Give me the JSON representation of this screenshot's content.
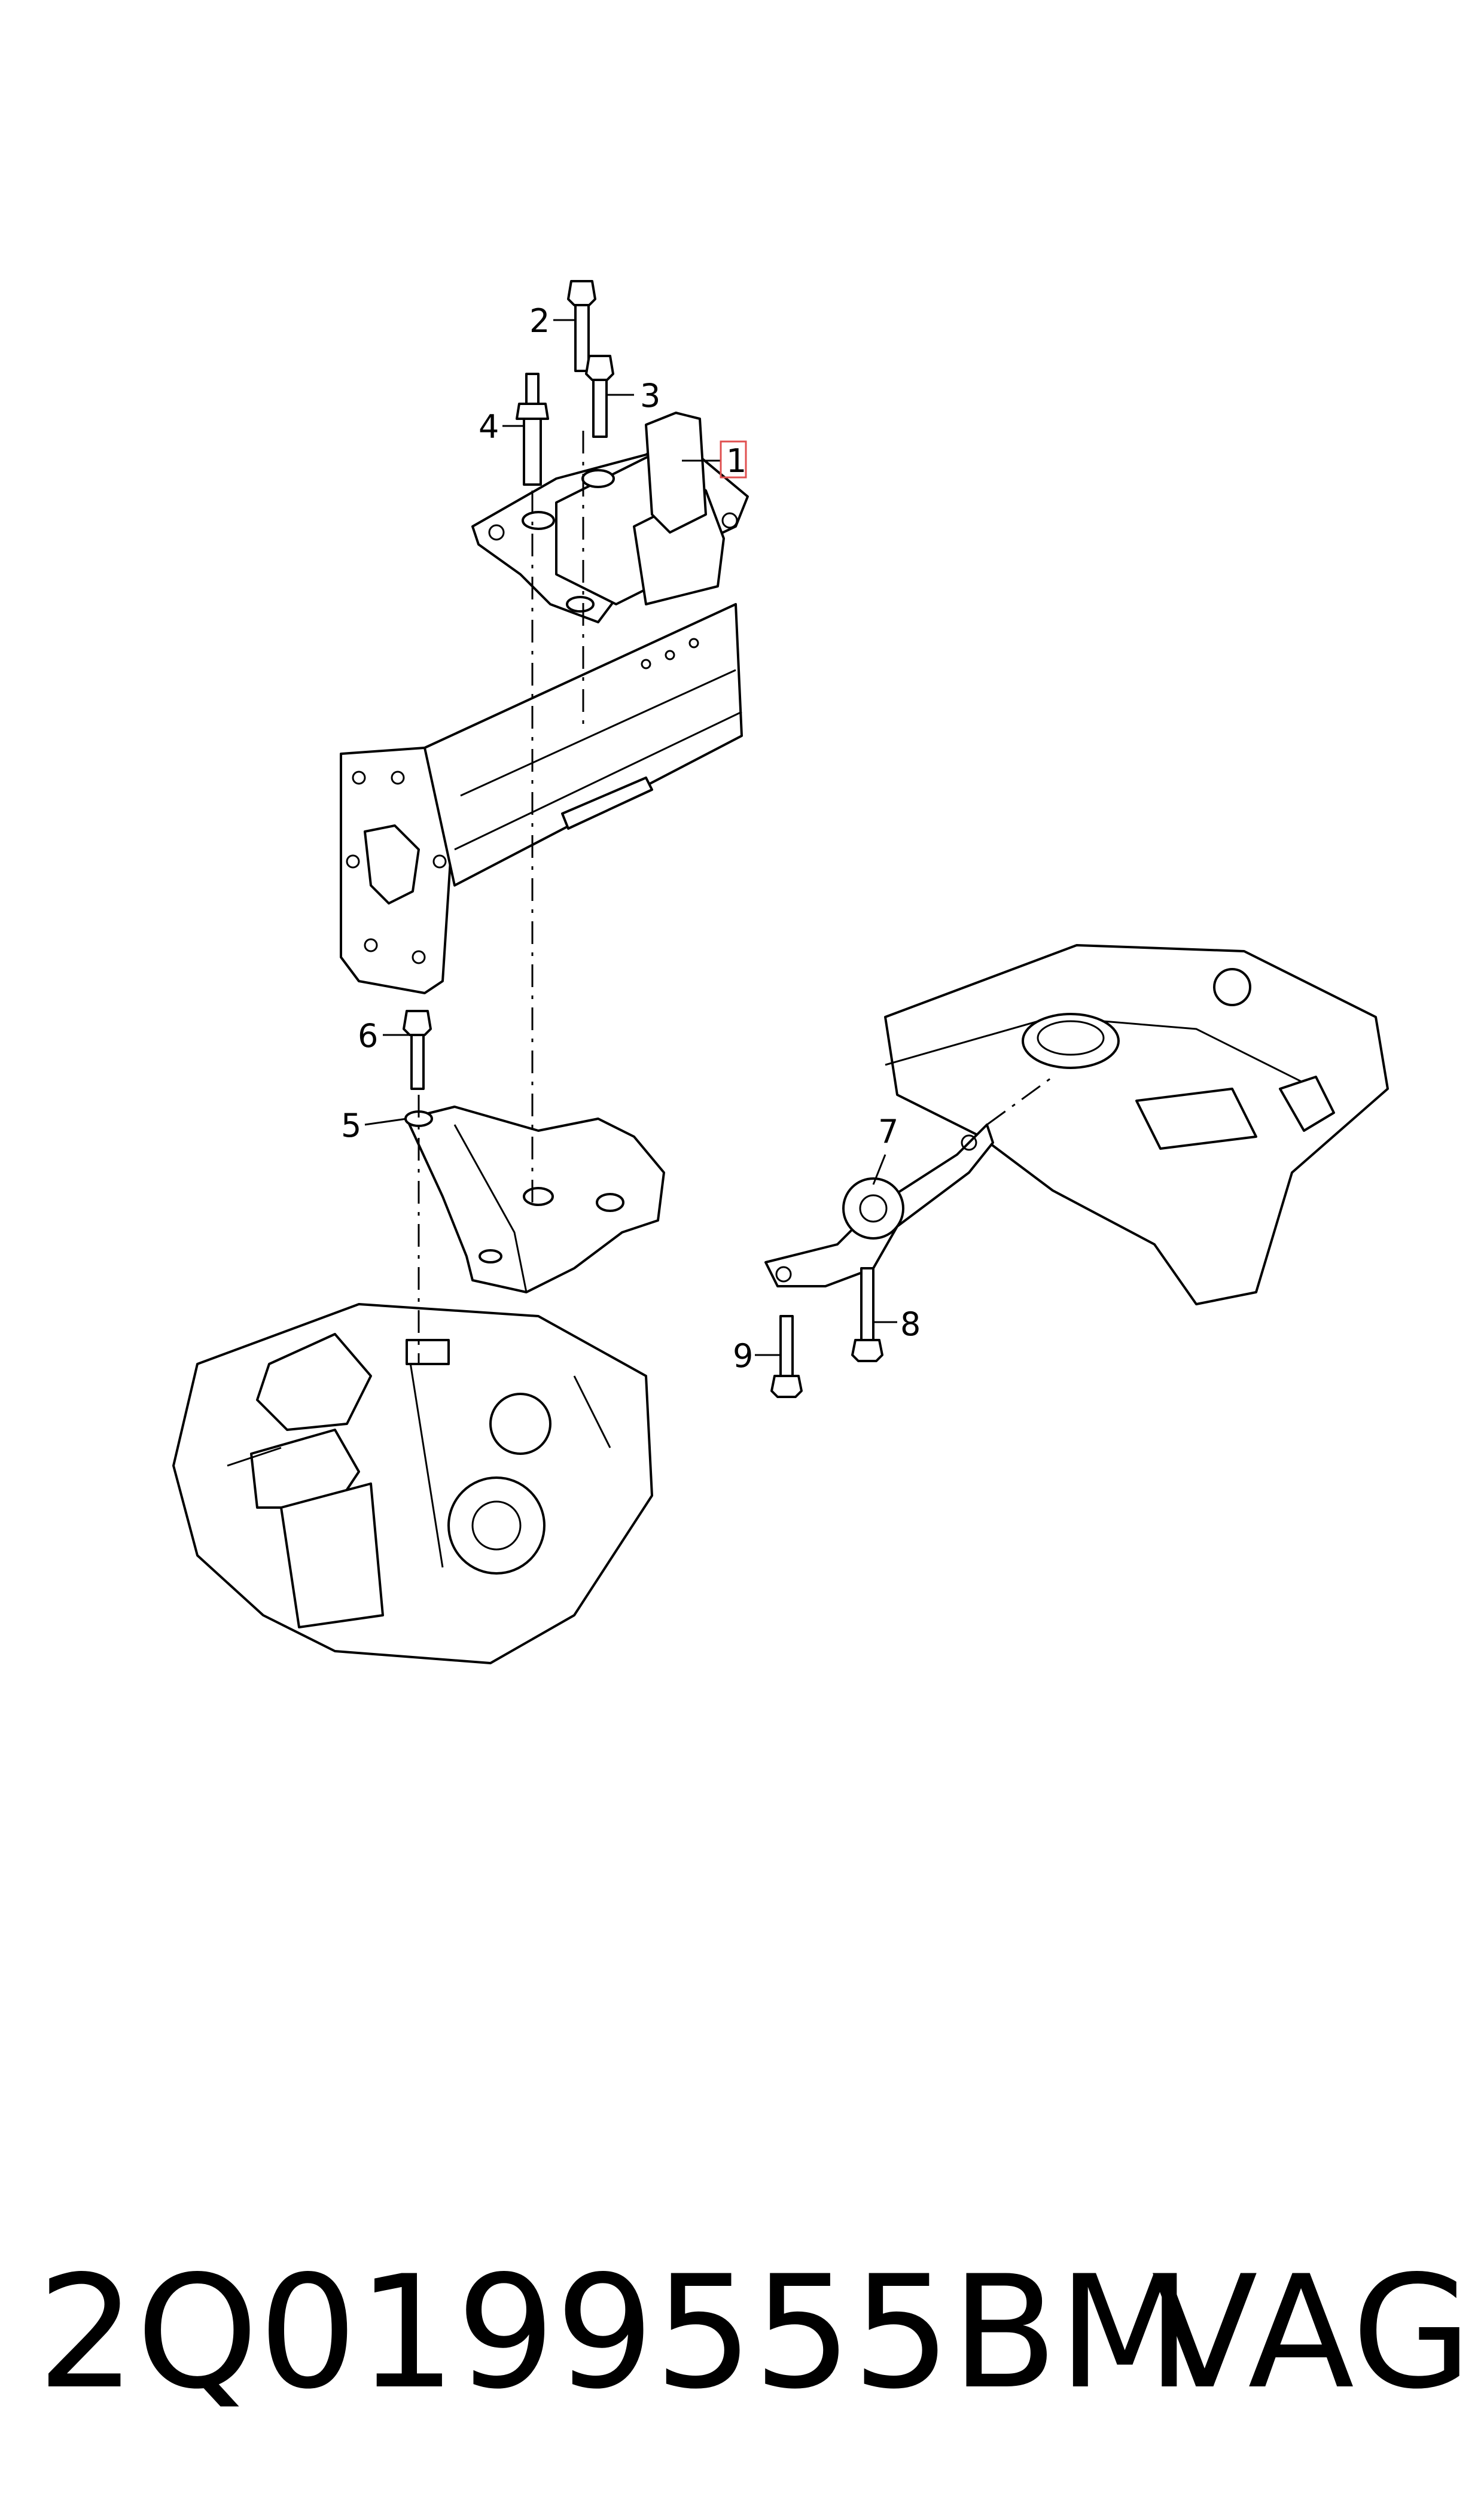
{
  "callouts": {
    "c1": "1",
    "c2": "2",
    "c3": "3",
    "c4": "4",
    "c5": "5",
    "c6": "6",
    "c7": "7",
    "c8": "8",
    "c9": "9"
  },
  "highlight_color": "#e05050",
  "footer": {
    "part_number": "2Q0199555BM",
    "brand": "VAG"
  }
}
